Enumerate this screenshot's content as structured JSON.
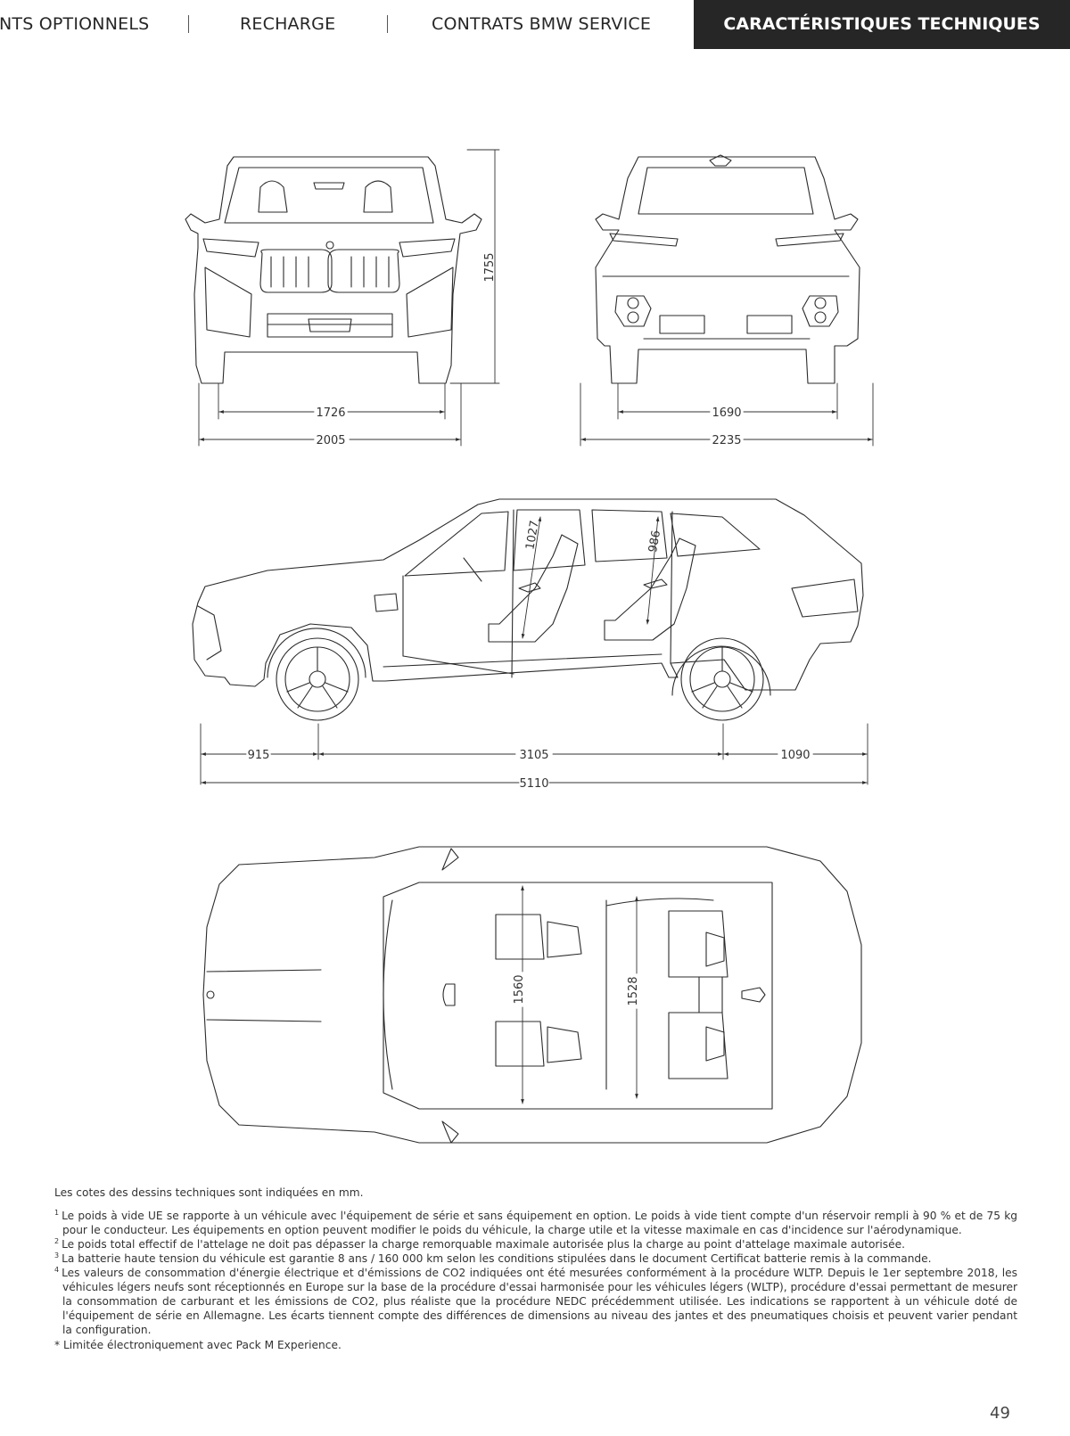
{
  "nav": {
    "items": [
      "NTS OPTIONNELS",
      "RECHARGE",
      "CONTRATS BMW SERVICE"
    ],
    "active": "CARACTÉRISTIQUES TECHNIQUES"
  },
  "dimensions": {
    "front_height": "1755",
    "front_track": "1726",
    "front_width": "2005",
    "rear_track": "1690",
    "rear_width": "2235",
    "head_front": "1027",
    "head_rear": "986",
    "overhang_front": "915",
    "wheelbase": "3105",
    "overhang_rear": "1090",
    "length": "5110",
    "inner_width_front": "1560",
    "inner_width_rear": "1528"
  },
  "notes": {
    "lead": "Les cotes des dessins techniques sont indiquées en mm.",
    "footnotes": [
      {
        "num": "1",
        "text": "Le poids à vide UE se rapporte à un véhicule avec l'équipement de série et sans équipement en option. Le poids à vide tient compte d'un réservoir rempli à 90 % et de 75 kg pour le conducteur. Les équipements en option peuvent modifier le poids du véhicule, la charge utile et la vitesse maximale en cas d'incidence sur l'aérodynamique."
      },
      {
        "num": "2",
        "text": "Le poids total effectif de l'attelage ne doit pas dépasser la charge remorquable maximale autorisée plus la charge au point d'attelage maximale autorisée."
      },
      {
        "num": "3",
        "text": "La batterie haute tension du véhicule est garantie 8 ans / 160 000 km selon les conditions stipulées dans le document Certificat batterie remis à la commande."
      },
      {
        "num": "4",
        "text": "Les valeurs de consommation d'énergie électrique et d'émissions de CO2 indiquées ont été mesurées conformément à la procédure WLTP. Depuis le 1er septembre 2018, les véhicules légers neufs sont réceptionnés en Europe sur la base de la procédure d'essai harmonisée pour les véhicules légers (WLTP), procédure d'essai permettant de mesurer la consommation de carburant et les émissions de CO2, plus réaliste que la procédure NEDC précédemment utilisée. Les indications se rapportent à un véhicule doté de l'équipement de série en Allemagne. Les écarts tiennent compte des différences de dimensions au niveau des jantes et des pneumatiques choisis et peuvent varier pendant la configuration."
      }
    ],
    "star": "* Limitée électroniquement avec Pack M Experience."
  },
  "page_number": "49"
}
